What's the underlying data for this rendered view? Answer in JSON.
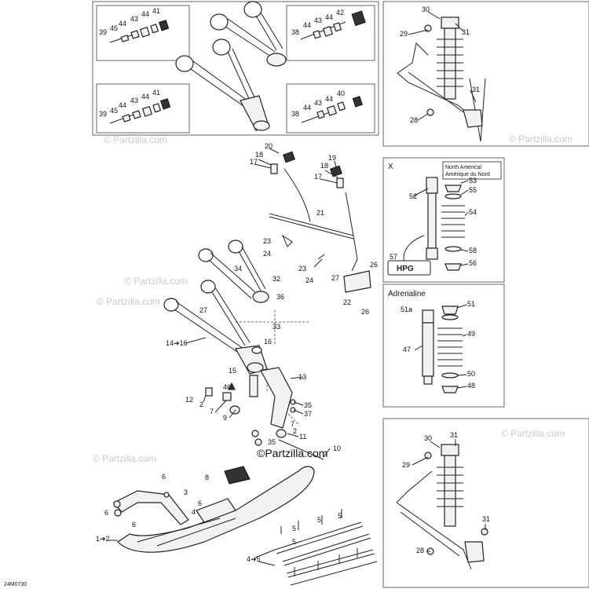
{
  "watermarks": {
    "brand": "© Partzilla.com",
    "main": "©Partzilla.com"
  },
  "diagram_code": "24M0730",
  "panels": {
    "x_title": "X",
    "na_label_line1": "North America/",
    "na_label_line2": "Amérique du Nord",
    "adrenaline_title": "Adrenaline",
    "hpg_logo_text": "HPG"
  },
  "labels": {
    "tl_39": "39",
    "tl_45": "45",
    "tl_44": "44",
    "tl_43": "43",
    "tl_44b": "44",
    "tl_41": "41",
    "tr_38": "38",
    "tr_44": "44",
    "tr_43": "43",
    "tr_44b": "44",
    "tr_42": "42",
    "bl_39": "39",
    "bl_45": "45",
    "bl_44": "44",
    "bl_43": "43",
    "bl_44b": "44",
    "bl_41": "41",
    "br_38": "38",
    "br_44": "44",
    "br_43": "43",
    "br_44b": "44",
    "br_40": "40",
    "r_30": "30",
    "r_29": "29",
    "r_31": "31",
    "r_31b": "31",
    "r_28": "28",
    "m_20": "20",
    "m_18": "18",
    "m_17": "17",
    "m_19": "19",
    "m_18b": "18",
    "m_17b": "17",
    "m_21": "21",
    "m_23": "23",
    "m_24": "24",
    "m_23b": "23",
    "m_24b": "24",
    "m_27": "27",
    "m_26": "26",
    "m_22": "22",
    "m_26b": "26",
    "m_34": "34",
    "m_32": "32",
    "m_36": "36",
    "m_27b": "27",
    "m_33": "33",
    "m_14_16": "14➔16",
    "m_16": "16",
    "m_15": "15",
    "m_13": "13",
    "m_46": "46",
    "m_12": "12",
    "m_2": "2",
    "m_7": "7",
    "m_9": "9",
    "m_35": "35",
    "m_37": "37",
    "m_7b": "7",
    "m_2b": "2",
    "m_35b": "35",
    "m_11": "11",
    "m_10": "10",
    "x_53": "53",
    "x_55": "55",
    "x_52": "52",
    "x_54": "54",
    "x_58": "58",
    "x_57": "57",
    "x_56": "56",
    "a_51a": "51a",
    "a_51": "51",
    "a_47": "47",
    "a_49": "49",
    "a_50": "50",
    "a_48": "48",
    "rb_30": "30",
    "rb_31": "31",
    "rb_29": "29",
    "rb_31b": "31",
    "rb_28": "28",
    "s_8": "8",
    "s_6": "6",
    "s_3": "3",
    "s_6b": "6",
    "s_6c": "6",
    "s_4": "4",
    "s_1_2": "1➔2",
    "s_5a": "5",
    "s_5b": "5",
    "s_5c": "5",
    "s_5d": "5",
    "s_4_5": "4➔5"
  }
}
